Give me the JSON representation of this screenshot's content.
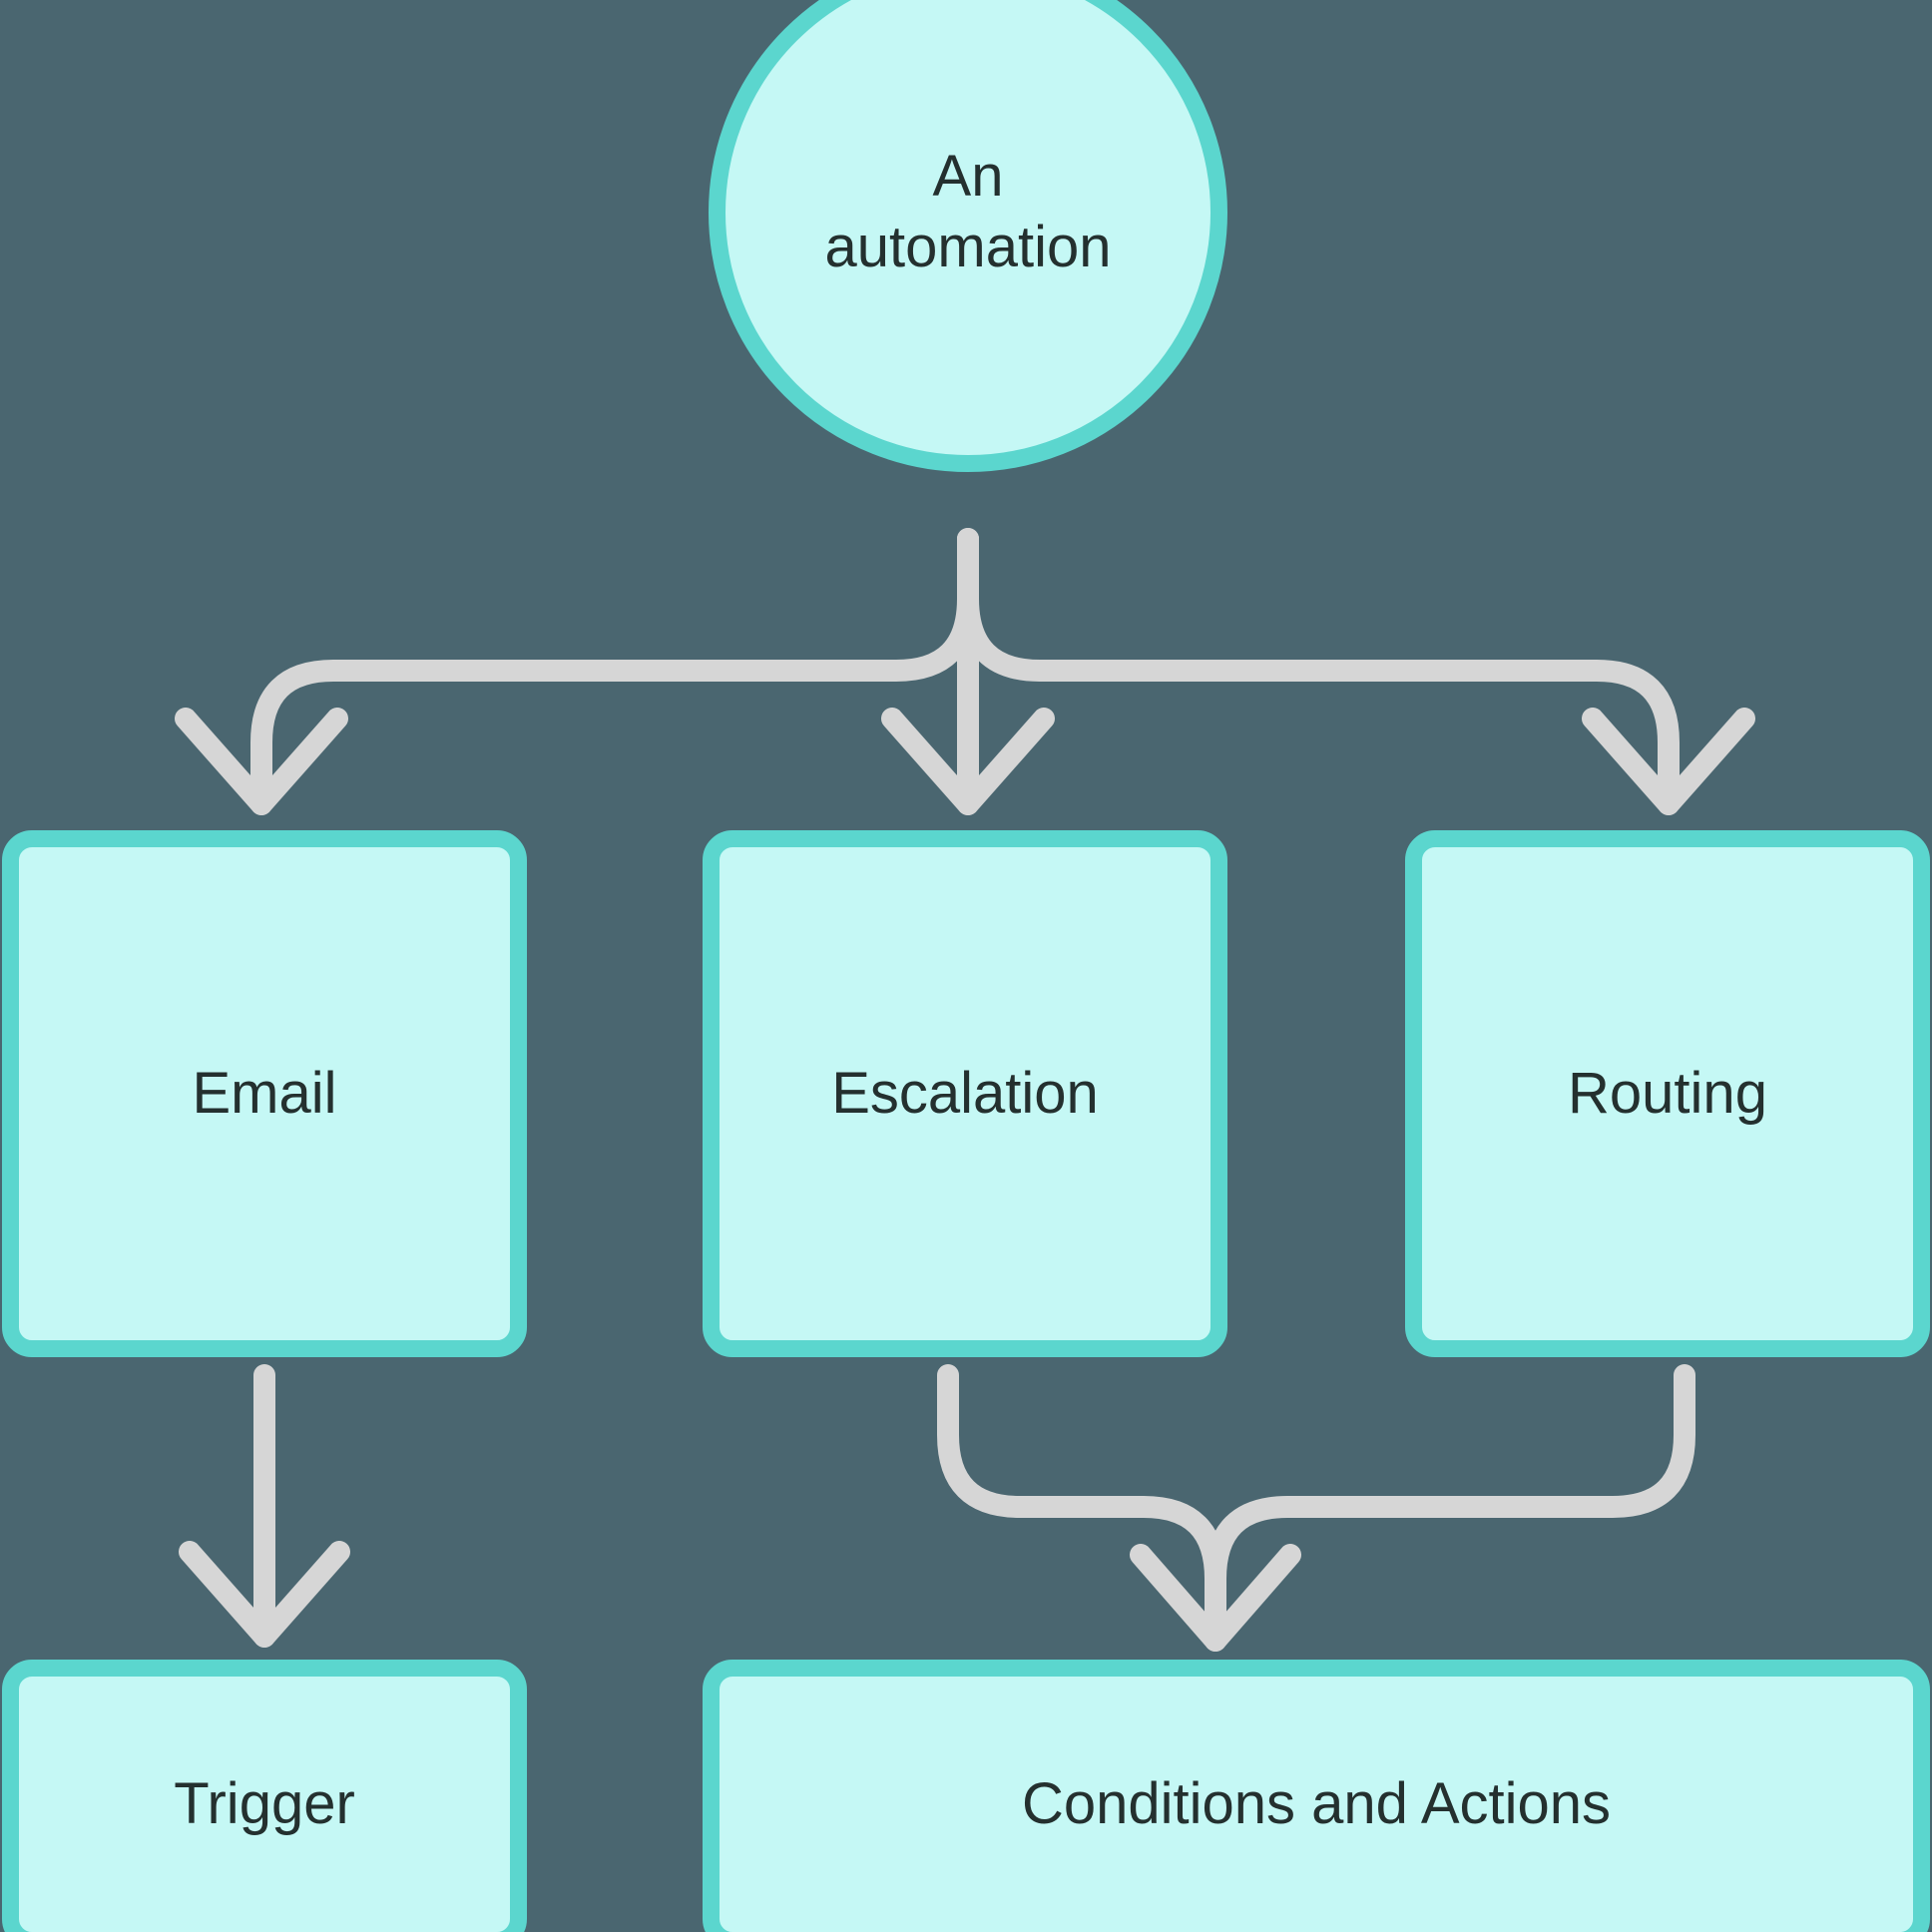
{
  "diagram": {
    "title_node": {
      "label": "An\nautomation",
      "shape": "circle"
    },
    "colors": {
      "background": "#4a6670",
      "node_fill": "#c5f8f5",
      "node_border": "#5bd6ce",
      "connector": "#d6d6d6",
      "text": "#24302f"
    },
    "nodes": [
      {
        "id": "automation",
        "label": "An automation",
        "line1": "An",
        "line2": "automation",
        "shape": "circle",
        "font_size": 58
      },
      {
        "id": "email",
        "label": "Email",
        "shape": "rounded-rect",
        "font_size": 58
      },
      {
        "id": "escalation",
        "label": "Escalation",
        "shape": "rounded-rect",
        "font_size": 58
      },
      {
        "id": "routing",
        "label": "Routing",
        "shape": "rounded-rect",
        "font_size": 58
      },
      {
        "id": "trigger",
        "label": "Trigger",
        "shape": "rounded-rect",
        "font_size": 58
      },
      {
        "id": "conditions",
        "label": "Conditions and Actions",
        "shape": "rounded-rect",
        "font_size": 58
      }
    ],
    "edges": [
      {
        "from": "automation",
        "to": "email",
        "style": "curved-arrow"
      },
      {
        "from": "automation",
        "to": "escalation",
        "style": "straight-arrow"
      },
      {
        "from": "automation",
        "to": "routing",
        "style": "curved-arrow"
      },
      {
        "from": "email",
        "to": "trigger",
        "style": "straight-arrow"
      },
      {
        "from": "escalation",
        "to": "conditions",
        "style": "curved-arrow"
      },
      {
        "from": "routing",
        "to": "conditions",
        "style": "curved-arrow"
      }
    ]
  }
}
